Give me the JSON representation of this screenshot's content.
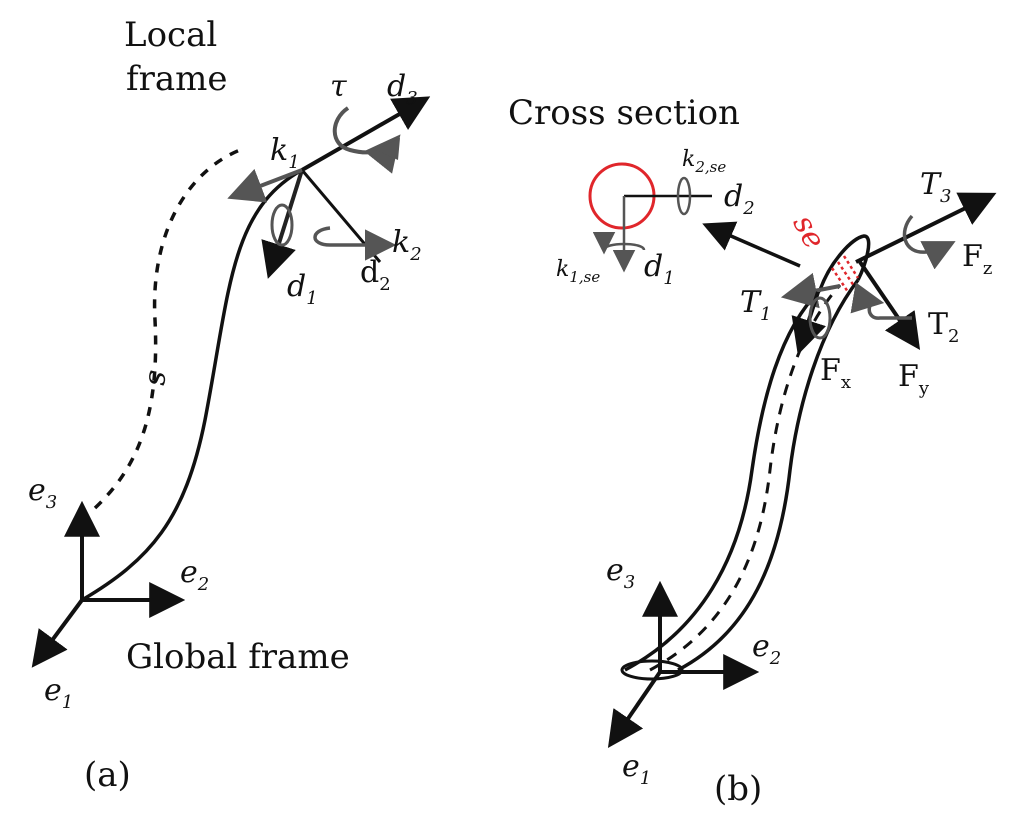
{
  "panel_a": {
    "title_line1": "Local",
    "title_line2": "frame",
    "tau": "τ",
    "d3": {
      "base": "d",
      "sub": "3"
    },
    "k1": {
      "base": "k",
      "sub": "1"
    },
    "k2": {
      "base": "k",
      "sub": "2"
    },
    "d1": {
      "base": "d",
      "sub": "1"
    },
    "d2": {
      "base": "d",
      "sub": "2"
    },
    "s": "s",
    "e3": {
      "base": "e",
      "sub": "3"
    },
    "e2": {
      "base": "e",
      "sub": "2"
    },
    "e1": {
      "base": "e",
      "sub": "1"
    },
    "global_frame": "Global frame",
    "caption": "(a)"
  },
  "panel_b": {
    "cross_section": "Cross section",
    "k2se": {
      "base": "k",
      "sub": "2,se"
    },
    "d2": {
      "base": "d",
      "sub": "2"
    },
    "k1se": {
      "base": "k",
      "sub": "1,se"
    },
    "d1": {
      "base": "d",
      "sub": "1"
    },
    "se": "se",
    "T3": {
      "base": "T",
      "sub": "3"
    },
    "Fz": {
      "base": "F",
      "sub": "z"
    },
    "T1": {
      "base": "T",
      "sub": "1"
    },
    "T2": {
      "base": "T",
      "sub": "2"
    },
    "Fx": {
      "base": "F",
      "sub": "x"
    },
    "Fy": {
      "base": "F",
      "sub": "y"
    },
    "e3": {
      "base": "e",
      "sub": "3"
    },
    "e2": {
      "base": "e",
      "sub": "2"
    },
    "e1": {
      "base": "e",
      "sub": "1"
    },
    "caption": "(b)"
  },
  "colors": {
    "ink": "#111111",
    "gray": "#555555",
    "red": "#e0262b"
  }
}
